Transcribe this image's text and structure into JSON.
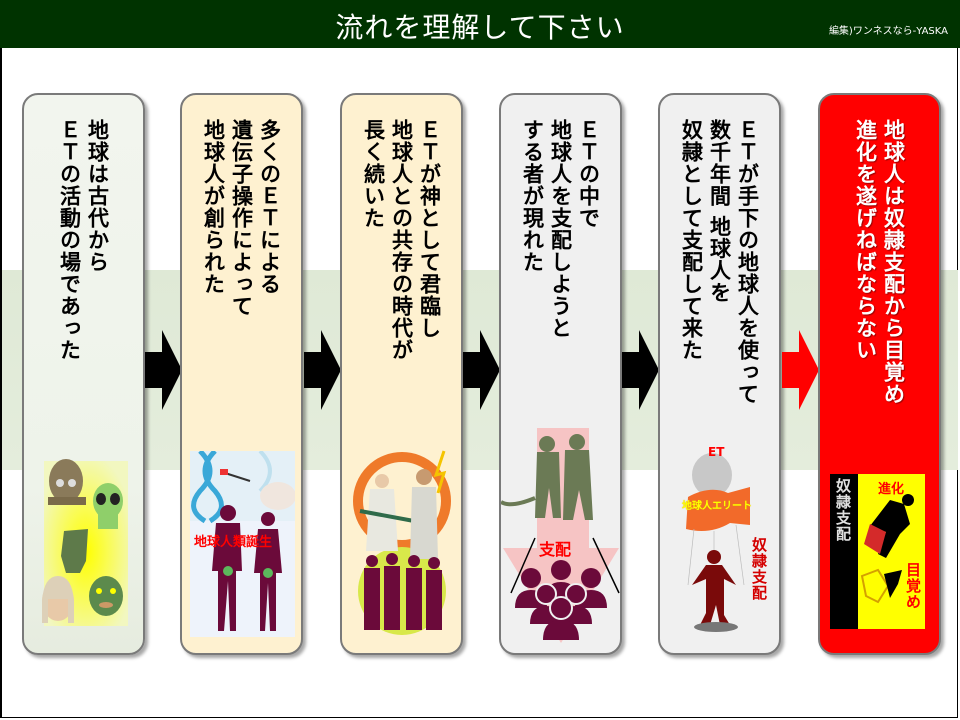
{
  "header": {
    "title": "流れを理解して下さい",
    "credit": "編集)ワンネスなら-YASKA",
    "bg_color": "#003300"
  },
  "colors": {
    "band": "#e1ebd8",
    "card_border": "#7a7a7a",
    "arrow_default": "#000000",
    "arrow_final": "#ff0000"
  },
  "steps": [
    {
      "text": "地球は古代からＥＴの活動の場であった",
      "lines": [
        "地球は古代から",
        "ＥＴの活動の場であった"
      ],
      "bg_color": "#f0f4ec",
      "image": "alien-heads-collage",
      "image_labels": []
    },
    {
      "text": "多くのＥＴによる遺伝子操作によって地球人が創られた",
      "lines": [
        "多くのＥＴによる",
        "遺伝子操作によって",
        "地球人が創られた"
      ],
      "bg_color": "#fef1d0",
      "image": "dna-humans-illustration",
      "image_labels": [
        "地球人類誕生"
      ]
    },
    {
      "text": "ＥＴが神として君臨し地球人との共存の時代が長く続いた",
      "lines": [
        "ＥＴが神として君臨し",
        "地球人との共存の時代が",
        "長く続いた"
      ],
      "bg_color": "#fef1d0",
      "image": "gods-and-people-illustration",
      "image_labels": []
    },
    {
      "text": "ＥＴの中で地球人を支配しようとする者が現れた",
      "lines": [
        "ＥＴの中で",
        "地球人を支配しようと",
        "する者が現れた"
      ],
      "bg_color": "#f0f0f0",
      "image": "reptilians-over-crowd-illustration",
      "image_labels": [
        "支配"
      ]
    },
    {
      "text": "ＥＴが手下の地球人を使って数千年間 地球人を奴隷として支配して来た",
      "lines": [
        "ＥＴが手下の地球人を使って",
        "数千年間 地球人を",
        "奴隷として支配して来た"
      ],
      "bg_color": "#f0f0f0",
      "image": "puppet-master-illustration",
      "image_labels": [
        "ET",
        "地球人エリート",
        "奴隷支配"
      ]
    },
    {
      "text": "地球人は奴隷支配から目覚め進化を遂げねばならない",
      "lines": [
        "地球人は奴隷支配から目覚め",
        "進化を遂げねばならない"
      ],
      "bg_color": "#ff0000",
      "image": "awakening-hero-illustration",
      "image_labels": [
        "奴隷支配",
        "進化",
        "目覚め"
      ]
    }
  ]
}
